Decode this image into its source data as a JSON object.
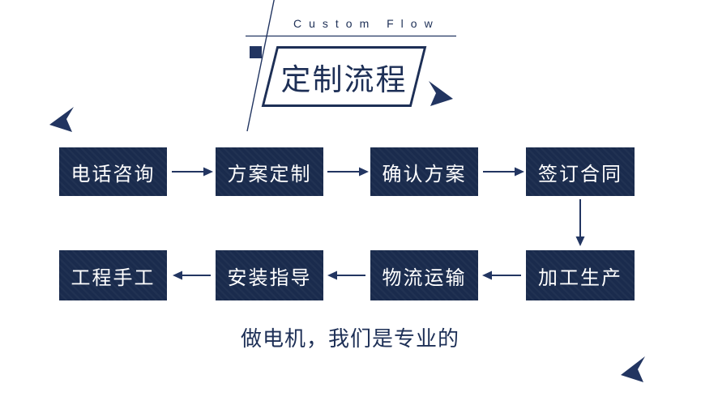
{
  "header": {
    "subtitle_en": "Custom Flow",
    "title": "定制流程"
  },
  "flow": {
    "row1": [
      {
        "label": "电话咨询"
      },
      {
        "label": "方案定制"
      },
      {
        "label": "确认方案"
      },
      {
        "label": "签订合同"
      }
    ],
    "row2": [
      {
        "label": "工程手工"
      },
      {
        "label": "安装指导"
      },
      {
        "label": "物流运输"
      },
      {
        "label": "加工生产"
      }
    ]
  },
  "footer": {
    "slogan": "做电机，我们是专业的"
  },
  "colors": {
    "box_navy": "#1a2b4d",
    "line_navy": "#223561",
    "title_navy": "#1d2f56",
    "text_white": "#ffffff"
  }
}
